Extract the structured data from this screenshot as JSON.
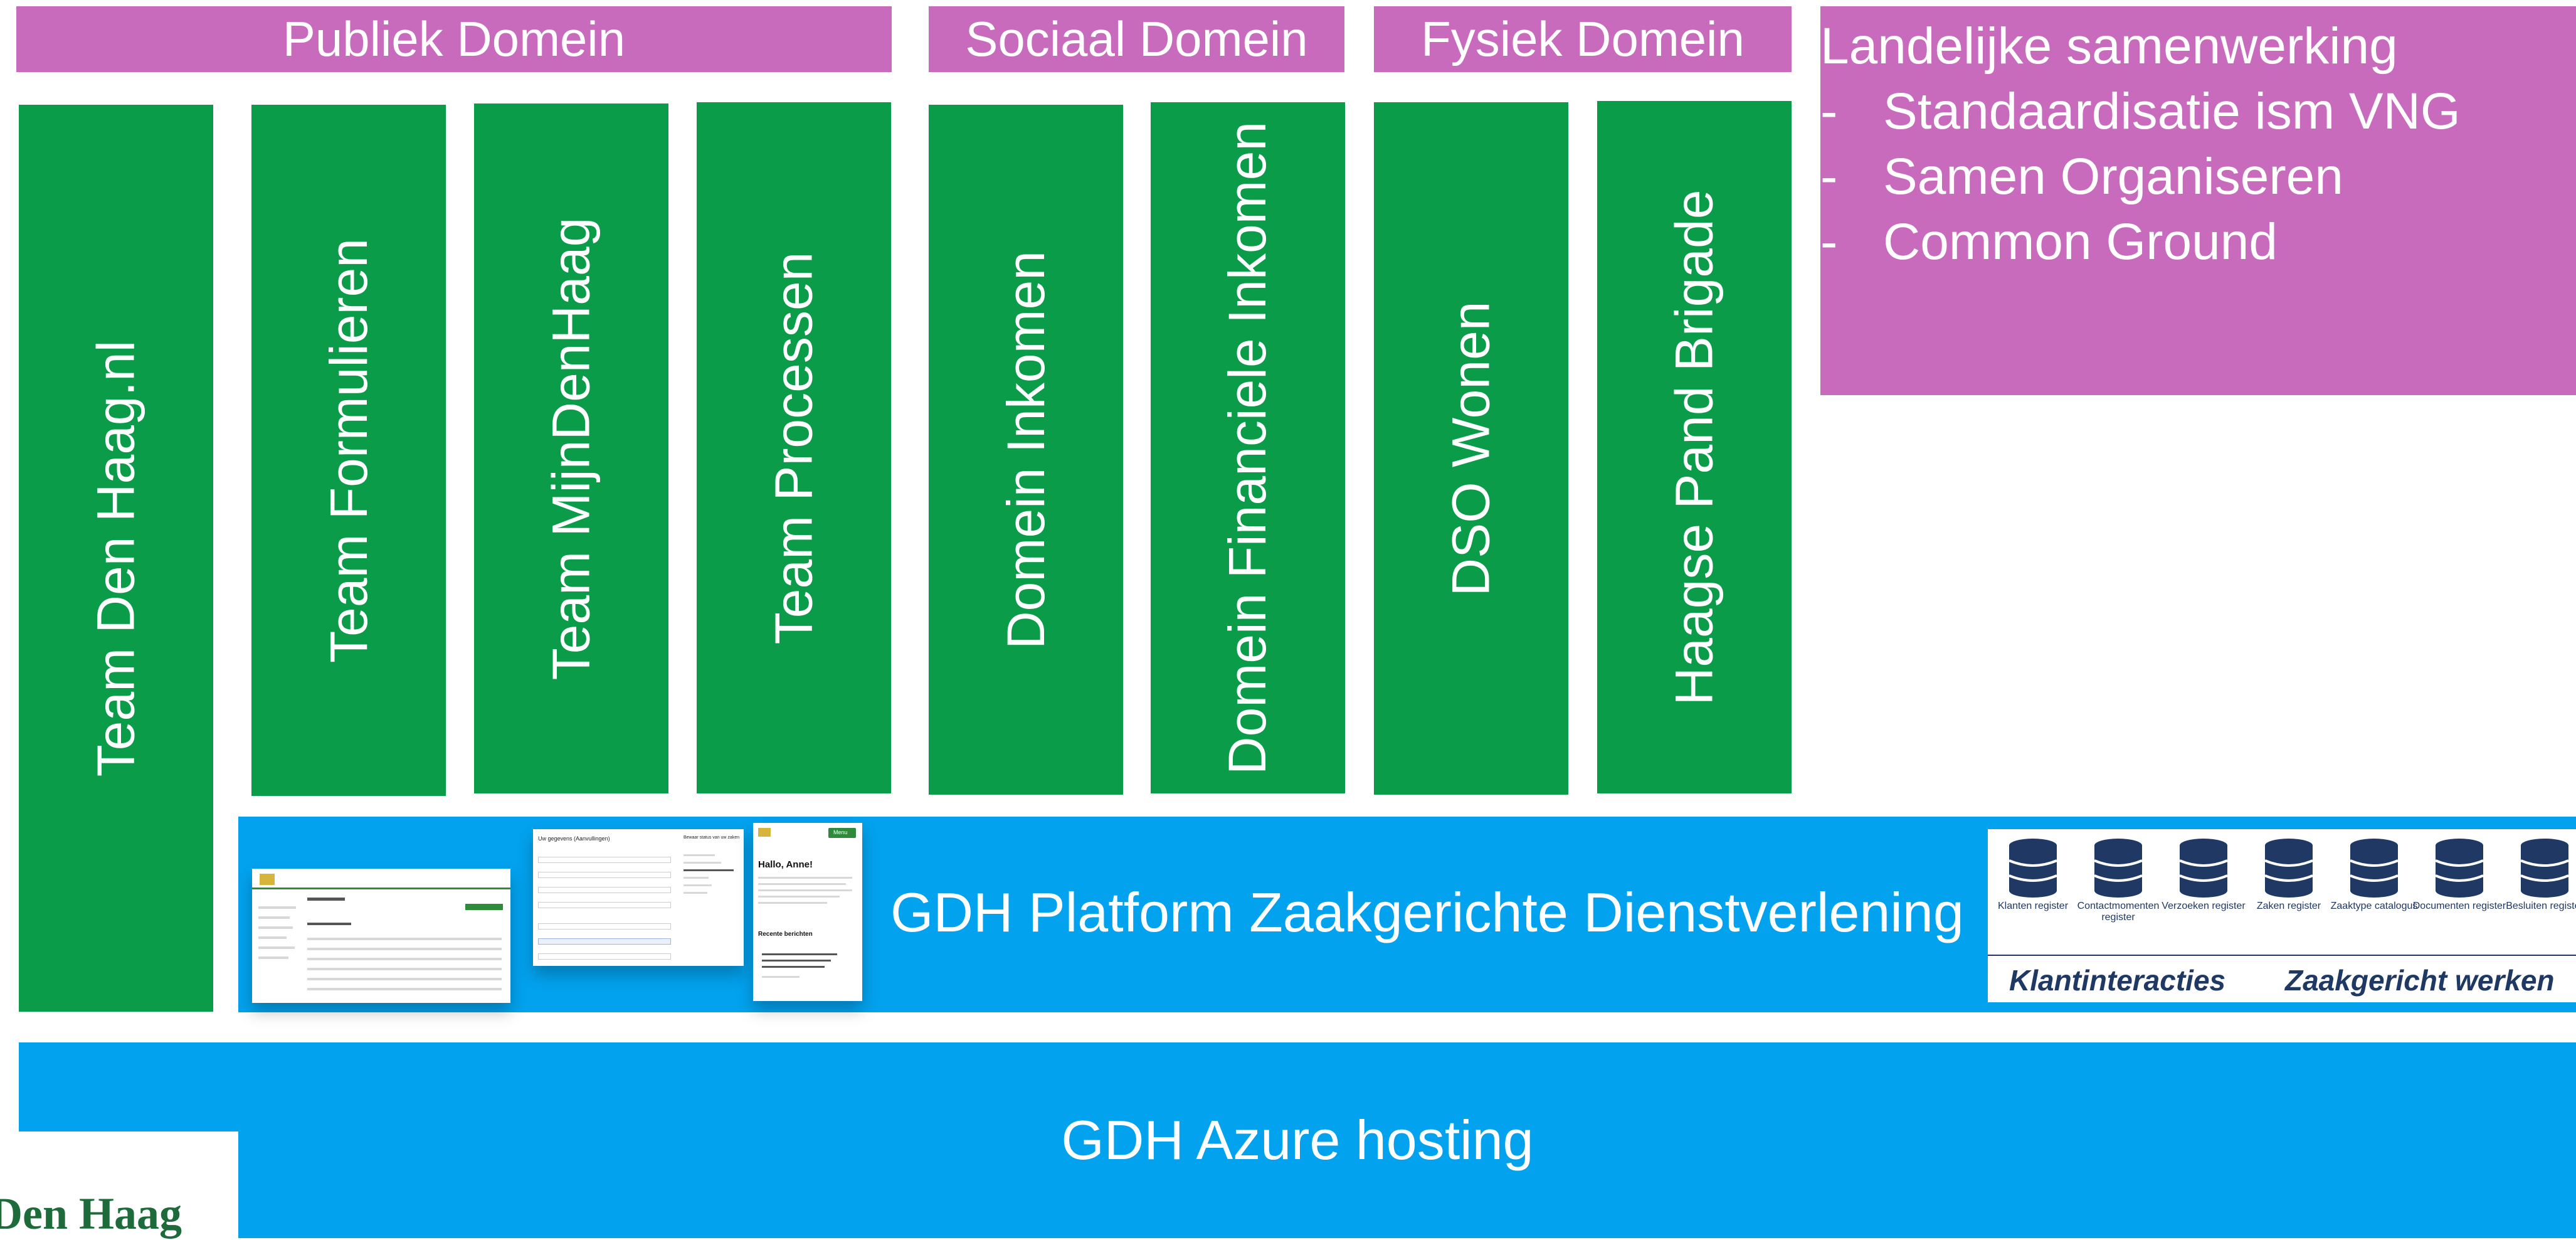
{
  "domain_headers": {
    "publiek": "Publiek Domein",
    "sociaal": "Sociaal Domein",
    "fysiek": "Fysiek Domein"
  },
  "landelijk": {
    "title": "Landelijke samenwerking",
    "items": [
      "Standaardisatie ism VNG",
      "Samen Organiseren",
      "Common Ground"
    ],
    "bullet": "-"
  },
  "teams": [
    "Team Den Haag.nl",
    "Team Formulieren",
    "Team MijnDenHaag",
    "Team Processen",
    "Domein Inkomen",
    "Domein Financiele Inkomen",
    "DSO Wonen",
    "Haagse Pand Brigade"
  ],
  "platform": {
    "label": "GDH Platform Zaakgerichte Dienstverlening",
    "screenshot_form": {
      "title": "Uw gegevens (Aanvullingen)",
      "side_title": "Bewaar status van uw zaken"
    },
    "screenshot_mobile": {
      "greeting": "Hallo, Anne!",
      "menu": "Menu",
      "recent": "Recente berichten"
    }
  },
  "registers": {
    "items": [
      "Klanten register",
      "Contactmomenten register",
      "Verzoeken register",
      "Zaken register",
      "Zaaktype catalogus",
      "Documenten register",
      "Besluiten register"
    ],
    "group_left": "Klantinteracties",
    "group_right": "Zaakgericht werken"
  },
  "azure": {
    "label": "GDH Azure hosting"
  },
  "logo": {
    "text": "Den Haag"
  },
  "colors": {
    "domain": "#c86bbd",
    "team": "#0b9c49",
    "platform": "#03a2ee",
    "register_text": "#1f3864",
    "logo": "#1d6a3a"
  }
}
